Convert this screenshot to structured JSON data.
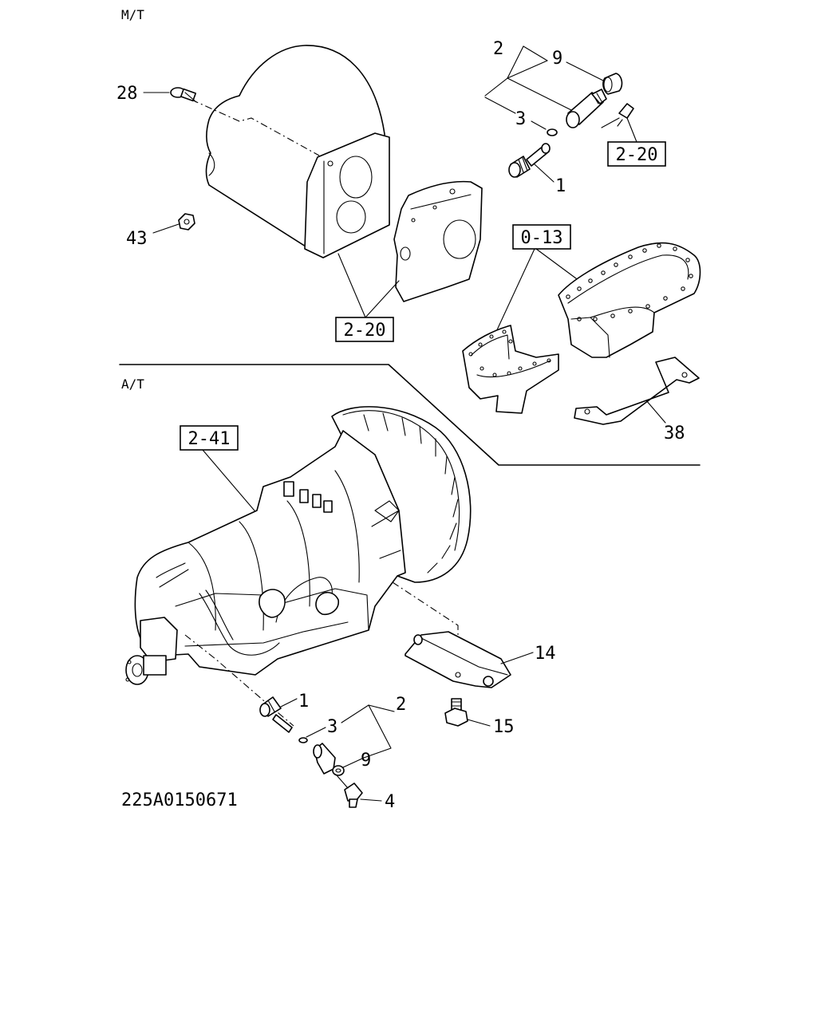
{
  "sections": {
    "manual": "M/T",
    "automatic": "A/T"
  },
  "refs": {
    "mt_clutch_housing": "2-20",
    "mt_speedo_bolt": "2-20",
    "oil_pan": "0-13",
    "at_transmission": "2-41"
  },
  "callouts": {
    "mt": {
      "bolt": "28",
      "nut": "43",
      "speedo_sensor": "2",
      "cap": "9",
      "o_ring": "3",
      "driven_gear": "1"
    },
    "oil_pan_bracket": "38",
    "at": {
      "mount": "14",
      "mount_bolt": "15",
      "driven_gear": "1",
      "speedo_sensor": "2",
      "o_ring": "3",
      "cap": "9",
      "bolt": "4"
    }
  },
  "diagram_id": "225A0150671"
}
